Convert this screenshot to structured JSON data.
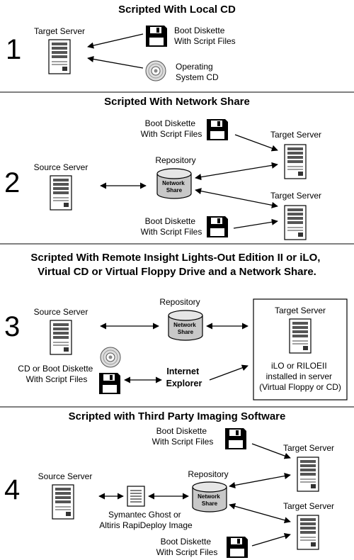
{
  "sections": [
    {
      "number": "1",
      "title": "Scripted With Local CD",
      "target_server": "Target Server",
      "boot_diskette": [
        "Boot Diskette",
        "With Script Files"
      ],
      "os_cd": [
        "Operating",
        "System CD"
      ]
    },
    {
      "number": "2",
      "title": "Scripted With Network Share",
      "source_server": "Source Server",
      "repository": "Repository",
      "network_share": [
        "Network",
        "Share"
      ],
      "boot_diskette_top": [
        "Boot Diskette",
        "With Script Files"
      ],
      "boot_diskette_bottom": [
        "Boot Diskette",
        "With Script Files"
      ],
      "target_server_top": "Target Server",
      "target_server_bottom": "Target Server"
    },
    {
      "number": "3",
      "title": [
        "Scripted With Remote Insight Lights-Out Edition II or iLO,",
        "Virtual CD or Virtual Floppy Drive and a Network Share."
      ],
      "source_server": "Source Server",
      "repository": "Repository",
      "network_share": [
        "Network",
        "Share"
      ],
      "cd_diskette": [
        "CD or Boot Diskette",
        "With Script Files"
      ],
      "internet_explorer": [
        "Internet",
        "Explorer"
      ],
      "target_server": "Target Server",
      "ilo_note": [
        "iLO or RILOEII",
        "installed in server",
        "(Virtual Floppy or CD)"
      ]
    },
    {
      "number": "4",
      "title": "Scripted with Third Party Imaging Software",
      "source_server": "Source Server",
      "repository": "Repository",
      "network_share": [
        "Network",
        "Share"
      ],
      "boot_diskette_top": [
        "Boot Diskette",
        "With Script Files"
      ],
      "boot_diskette_bottom": [
        "Boot Diskette",
        "With Script Files"
      ],
      "image": [
        "Symantec Ghost or",
        "Altiris RapiDeploy Image"
      ],
      "target_server_top": "Target Server",
      "target_server_bottom": "Target Server"
    }
  ]
}
